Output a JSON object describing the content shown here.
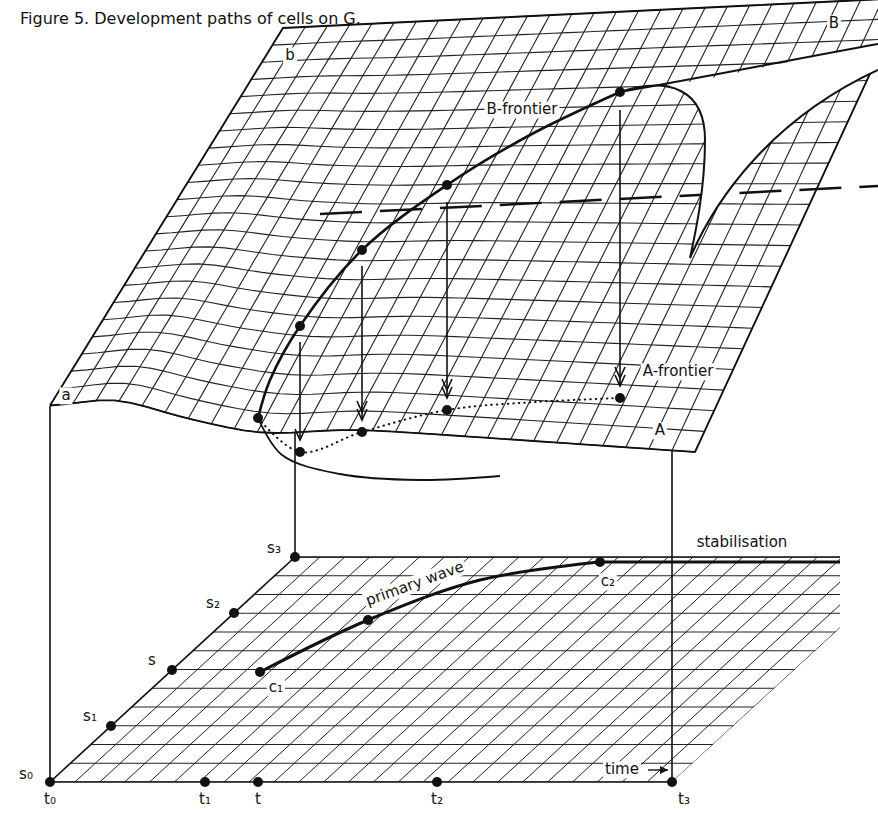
{
  "diagram": {
    "title": "Figure 5. Development paths of cells on G.",
    "labels": [
      "B",
      "b",
      "B-frontier",
      "A-frontier",
      "a",
      "A",
      "s₃",
      "s₂",
      "s",
      "s₁",
      "primary wave",
      "stabilisation",
      "c₂",
      "c₁",
      "s₀",
      "t₀",
      "t₁",
      "t",
      "t₂",
      "time",
      "t₃"
    ]
  }
}
